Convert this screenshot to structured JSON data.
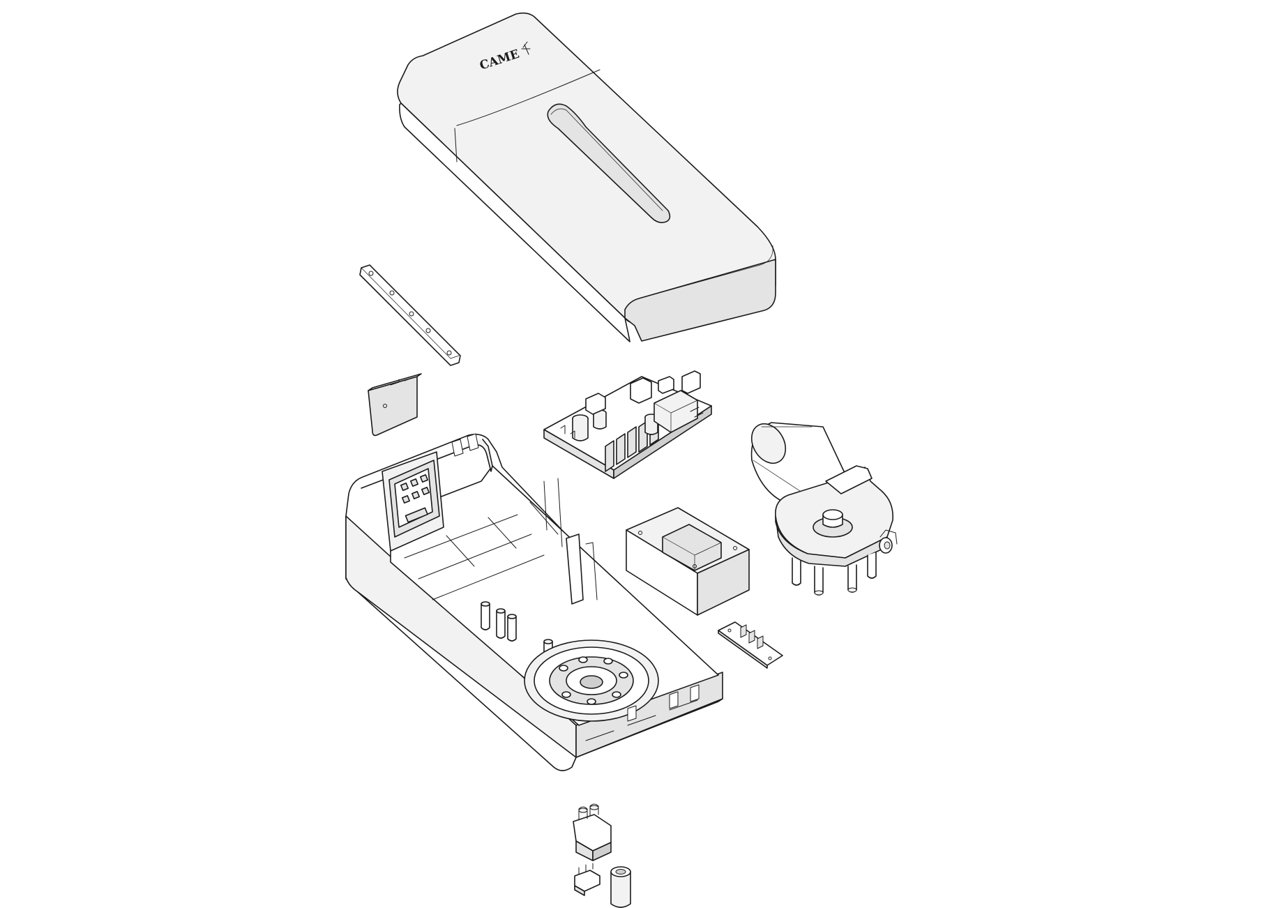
{
  "brand": {
    "logo_text": "CAME"
  },
  "colors": {
    "line": "#1a1a1a",
    "background": "#ffffff",
    "shade_light": "#f2f2f2",
    "shade_mid": "#e4e4e4",
    "shade_dark": "#cfcfcf"
  },
  "parts": [
    {
      "name": "cover",
      "icon": "cover-icon"
    },
    {
      "name": "mounting-strip",
      "icon": "strip-icon"
    },
    {
      "name": "end-cap",
      "icon": "cap-icon"
    },
    {
      "name": "circuit-board",
      "icon": "board-icon"
    },
    {
      "name": "gear-motor",
      "icon": "motor-icon"
    },
    {
      "name": "transformer",
      "icon": "transformer-icon"
    },
    {
      "name": "base-housing",
      "icon": "housing-icon"
    },
    {
      "name": "terminal-board",
      "icon": "terminal-icon"
    },
    {
      "name": "cable-clamp",
      "icon": "clamp-icon"
    },
    {
      "name": "connector",
      "icon": "connector-icon"
    },
    {
      "name": "spacer-sleeve",
      "icon": "sleeve-icon"
    }
  ]
}
